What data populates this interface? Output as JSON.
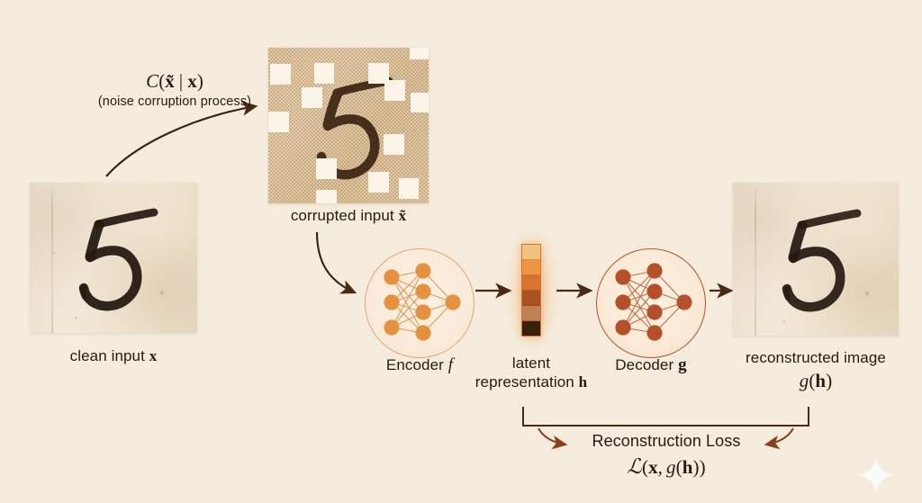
{
  "page": {
    "title": "Denoising Autoencoder Diagram",
    "background_color": "#f5ecdd",
    "ink_color": "#241b13",
    "arrow_color": "#4a2a14",
    "encoder_accent": "#e08a3c",
    "decoder_accent": "#b3522a"
  },
  "corruption": {
    "formula_C": "C",
    "formula_open": "(",
    "formula_xtilde": "x̃",
    "formula_bar": "|",
    "formula_x": "x",
    "formula_close": ")",
    "caption": "(noise corruption process)"
  },
  "nodes": {
    "clean_input": {
      "caption_text": "clean input",
      "caption_symbol": "x",
      "digit": "5",
      "kind": "photo-of-handwritten-digit"
    },
    "corrupted_input": {
      "caption_text": "corrupted input",
      "caption_symbol": "x̃",
      "digit": "5",
      "kind": "noisy-masked-digit",
      "mask_patch_count": 13
    },
    "encoder": {
      "label_text": "Encoder",
      "label_symbol": "f",
      "layers": [
        3,
        4,
        1
      ],
      "color": "#e08a3c"
    },
    "latent": {
      "label_line1": "latent",
      "label_line2_text": "representation",
      "label_line2_symbol": "h",
      "cell_count": 6,
      "cell_colors": [
        "#f3c179",
        "#ef9542",
        "#d9722c",
        "#a9521f",
        "#c08055",
        "#3b2009"
      ]
    },
    "decoder": {
      "label_text": "Decoder",
      "label_symbol": "g",
      "layers": [
        3,
        4,
        1
      ],
      "color": "#b3522a"
    },
    "reconstructed": {
      "caption_line1": "reconstructed image",
      "caption_line2_fn": "g",
      "caption_line2_open": "(",
      "caption_line2_arg": "h",
      "caption_line2_close": ")",
      "digit": "5",
      "kind": "photo-of-handwritten-digit"
    }
  },
  "loss": {
    "title": "Reconstruction Loss",
    "formula_cal": "ℒ",
    "formula_open": "(",
    "formula_x": "x",
    "formula_comma": ",",
    "formula_g": "g",
    "formula_open2": "(",
    "formula_h": "h",
    "formula_close2": ")",
    "formula_close": ")"
  },
  "watermark": {
    "icon": "sparkle-icon"
  }
}
